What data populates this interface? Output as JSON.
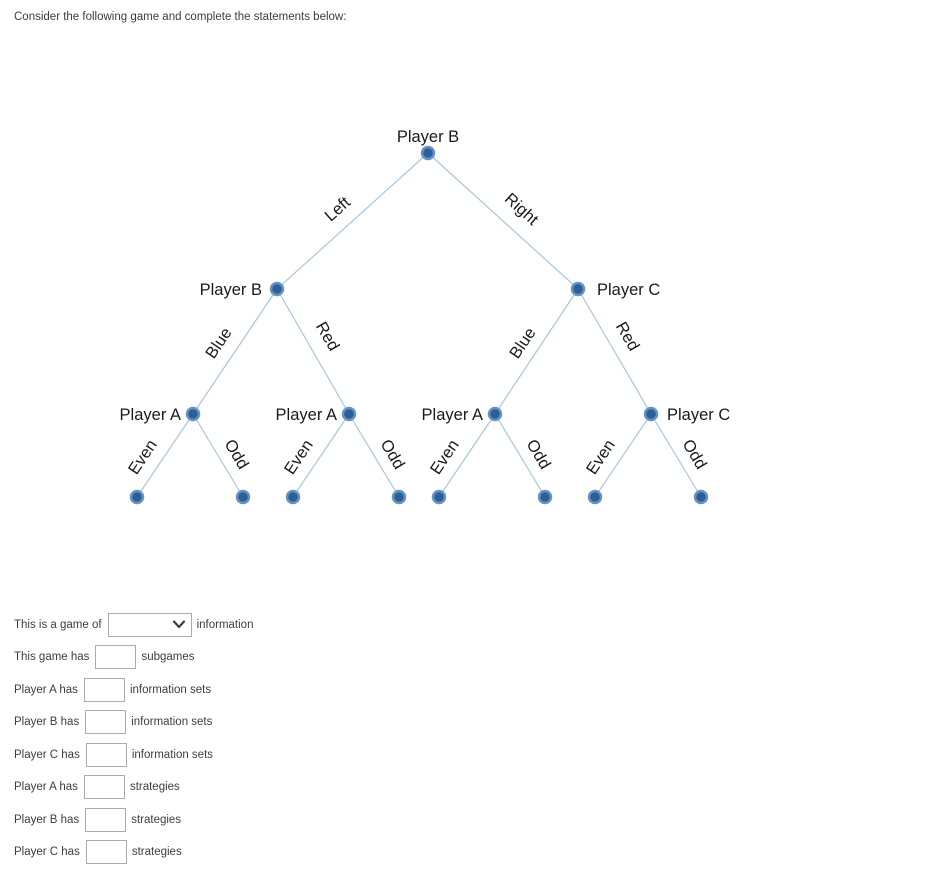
{
  "header": {
    "title": "Consider the following game and complete the statements below:"
  },
  "tree": {
    "nodes": [
      {
        "id": "root",
        "player": "Player B",
        "label": "Player B"
      },
      {
        "id": "left-b",
        "player": "Player B",
        "label": "Player B"
      },
      {
        "id": "right-c",
        "player": "Player C",
        "label": "Player C"
      },
      {
        "id": "a1",
        "player": "Player A",
        "label": "Player A"
      },
      {
        "id": "a2",
        "player": "Player A",
        "label": "Player A"
      },
      {
        "id": "a3",
        "player": "Player A",
        "label": "Player A"
      },
      {
        "id": "c2",
        "player": "Player C",
        "label": "Player C"
      }
    ],
    "edge_labels": [
      {
        "label": "Left"
      },
      {
        "label": "Right"
      },
      {
        "label": "Blue"
      },
      {
        "label": "Red"
      },
      {
        "label": "Blue"
      },
      {
        "label": "Red"
      },
      {
        "label": "Even"
      },
      {
        "label": "Odd"
      },
      {
        "label": "Even"
      },
      {
        "label": "Odd"
      },
      {
        "label": "Even"
      },
      {
        "label": "Odd"
      },
      {
        "label": "Even"
      },
      {
        "label": "Odd"
      }
    ],
    "colors": {
      "node_fill": "#2d5f94",
      "node_stroke": "#6593c5",
      "line": "#a8c6e2"
    }
  },
  "form": {
    "rows": [
      {
        "prefix": "This is a game of",
        "control": "select",
        "value": "",
        "suffix": "information"
      },
      {
        "prefix": "This game has",
        "control": "input",
        "value": "",
        "suffix": "subgames"
      },
      {
        "prefix": "Player A has",
        "control": "input",
        "value": "",
        "suffix": "information sets"
      },
      {
        "prefix": "Player B has",
        "control": "input",
        "value": "",
        "suffix": "information sets"
      },
      {
        "prefix": "Player C has",
        "control": "input",
        "value": "",
        "suffix": "information sets"
      },
      {
        "prefix": "Player A has",
        "control": "input",
        "value": "",
        "suffix": "strategies"
      },
      {
        "prefix": "Player B has",
        "control": "input",
        "value": "",
        "suffix": "strategies"
      },
      {
        "prefix": "Player C has",
        "control": "input",
        "value": "",
        "suffix": "strategies"
      }
    ]
  }
}
